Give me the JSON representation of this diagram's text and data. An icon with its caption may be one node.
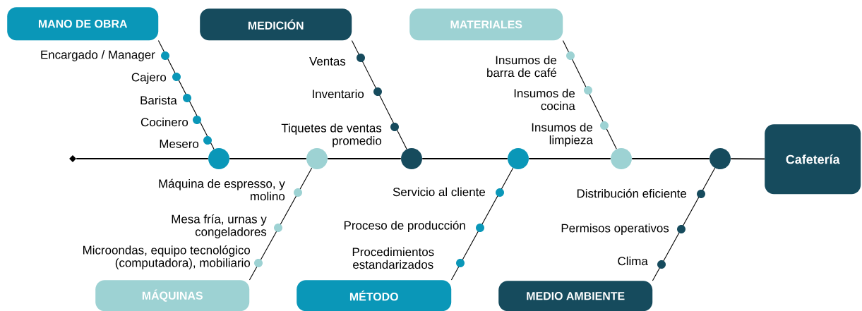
{
  "diagram": {
    "nodes": [
      {
        "text": [
          "MANO DE OBRA"
        ]
      },
      {
        "text": [
          "MEDICIÓN"
        ]
      },
      {
        "text": [
          "MATERIALES"
        ]
      },
      {
        "text": [],
        "shape": "diamond"
      },
      {
        "text": [],
        "shape": "circle"
      },
      {
        "text": [],
        "shape": "circle"
      },
      {
        "text": [],
        "shape": "circle"
      },
      {
        "text": [],
        "shape": "circle"
      },
      {
        "text": [],
        "shape": "circle"
      },
      {
        "text": [],
        "shape": "circle"
      },
      {
        "text": [
          "Cafetería"
        ]
      },
      {
        "text": [
          "MÁQUINAS"
        ]
      },
      {
        "text": [
          "MÉTODO"
        ]
      },
      {
        "text": [
          "MEDIO AMBIENTE"
        ]
      }
    ],
    "edges": [
      {
        "from": 3,
        "to": 4,
        "arrow": "none"
      },
      {
        "from": 4,
        "to": 5,
        "arrow": "none"
      },
      {
        "from": 5,
        "to": 6,
        "arrow": "none"
      },
      {
        "from": 6,
        "to": 7,
        "arrow": "none"
      },
      {
        "from": 7,
        "to": 8,
        "arrow": "none"
      },
      {
        "from": 8,
        "to": 9,
        "arrow": "none"
      },
      {
        "from": 9,
        "to": 10,
        "arrow": "none"
      },
      {
        "from": 0,
        "to": 4,
        "arrow": "none"
      },
      {
        "from": 11,
        "to": 5,
        "arrow": "none"
      },
      {
        "from": 1,
        "to": 6,
        "arrow": "none"
      },
      {
        "from": 12,
        "to": 7,
        "arrow": "none"
      },
      {
        "from": 2,
        "to": 8,
        "arrow": "none"
      },
      {
        "from": 13,
        "to": 9,
        "arrow": "none"
      }
    ],
    "labels": [
      "Encargado / Manager",
      "Cajero",
      "Barista",
      "Cocinero",
      "Mesero",
      "Ventas",
      "Inventario",
      "Tiquetes de ventas promedio",
      "Insumos de barra de café",
      "Insumos de cocina",
      "Insumos de limpieza",
      "Máquina de espresso, y molino",
      "Mesa fría, urnas y congeladores",
      "Microondas, equipo tecnológico (computadora), mobiliario",
      "Servicio al cliente",
      "Proceso de producción",
      "Procedimientos estandarizados",
      "Distribución eficiente",
      "Permisos operativos",
      "Clima"
    ]
  }
}
